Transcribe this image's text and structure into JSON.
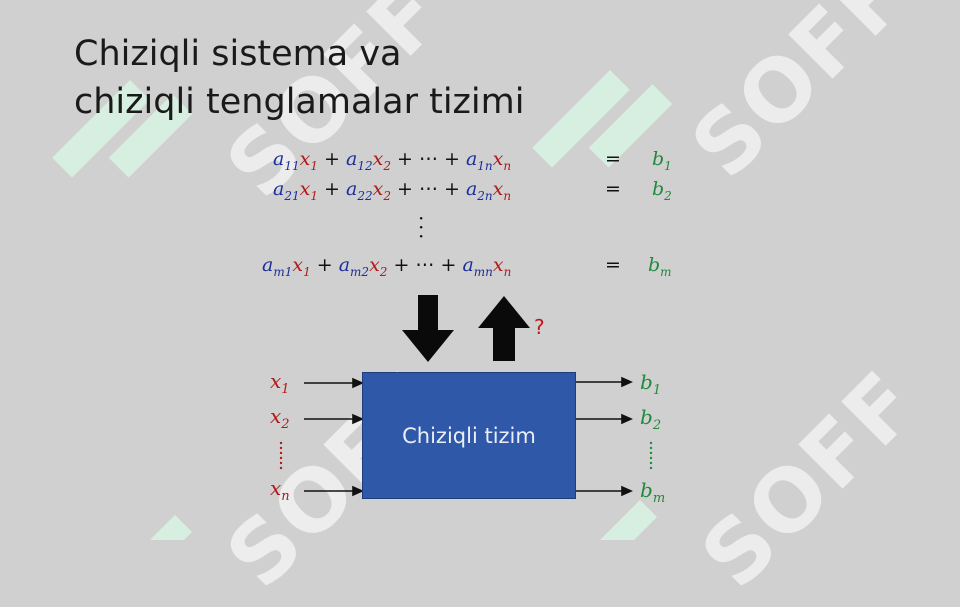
{
  "title": {
    "line1": "Chiziqli sistema va",
    "line2": "chiziqli tenglamalar tizimi"
  },
  "watermark": {
    "text": "SOFF"
  },
  "equations": [
    {
      "c1": "a",
      "c1s": "11",
      "x1": "x",
      "x1s": "1",
      "c2": "a",
      "c2s": "12",
      "x2": "x",
      "x2s": "2",
      "cn": "a",
      "cns": "1n",
      "xn": "x",
      "xns": "n",
      "rhs": "b",
      "rhss": "1"
    },
    {
      "c1": "a",
      "c1s": "21",
      "x1": "x",
      "x1s": "1",
      "c2": "a",
      "c2s": "22",
      "x2": "x",
      "x2s": "2",
      "cn": "a",
      "cns": "2n",
      "xn": "x",
      "xns": "n",
      "rhs": "b",
      "rhss": "2"
    },
    {
      "c1": "a",
      "c1s": "m1",
      "x1": "x",
      "x1s": "1",
      "c2": "a",
      "c2s": "m2",
      "x2": "x",
      "x2s": "2",
      "cn": "a",
      "cns": "mn",
      "xn": "x",
      "xns": "n",
      "rhs": "b",
      "rhss": "m"
    }
  ],
  "operators": {
    "plus": "+",
    "dots": "+ ⋯ +",
    "equals": "="
  },
  "vdots": "⋮",
  "question_mark": "?",
  "system_label": "Chiziqli tizim",
  "inputs": [
    {
      "sym": "x",
      "sub": "1"
    },
    {
      "sym": "x",
      "sub": "2"
    },
    {
      "sym": "x",
      "sub": "n"
    }
  ],
  "outputs": [
    {
      "sym": "b",
      "sub": "1"
    },
    {
      "sym": "b",
      "sub": "2"
    },
    {
      "sym": "b",
      "sub": "m"
    }
  ],
  "colors": {
    "background": "#d0d0d0",
    "coefficient": "#1c2f9b",
    "variable": "#b11a1a",
    "output": "#1f8a3b",
    "box": "#2f58a8",
    "question": "#c0181c"
  }
}
